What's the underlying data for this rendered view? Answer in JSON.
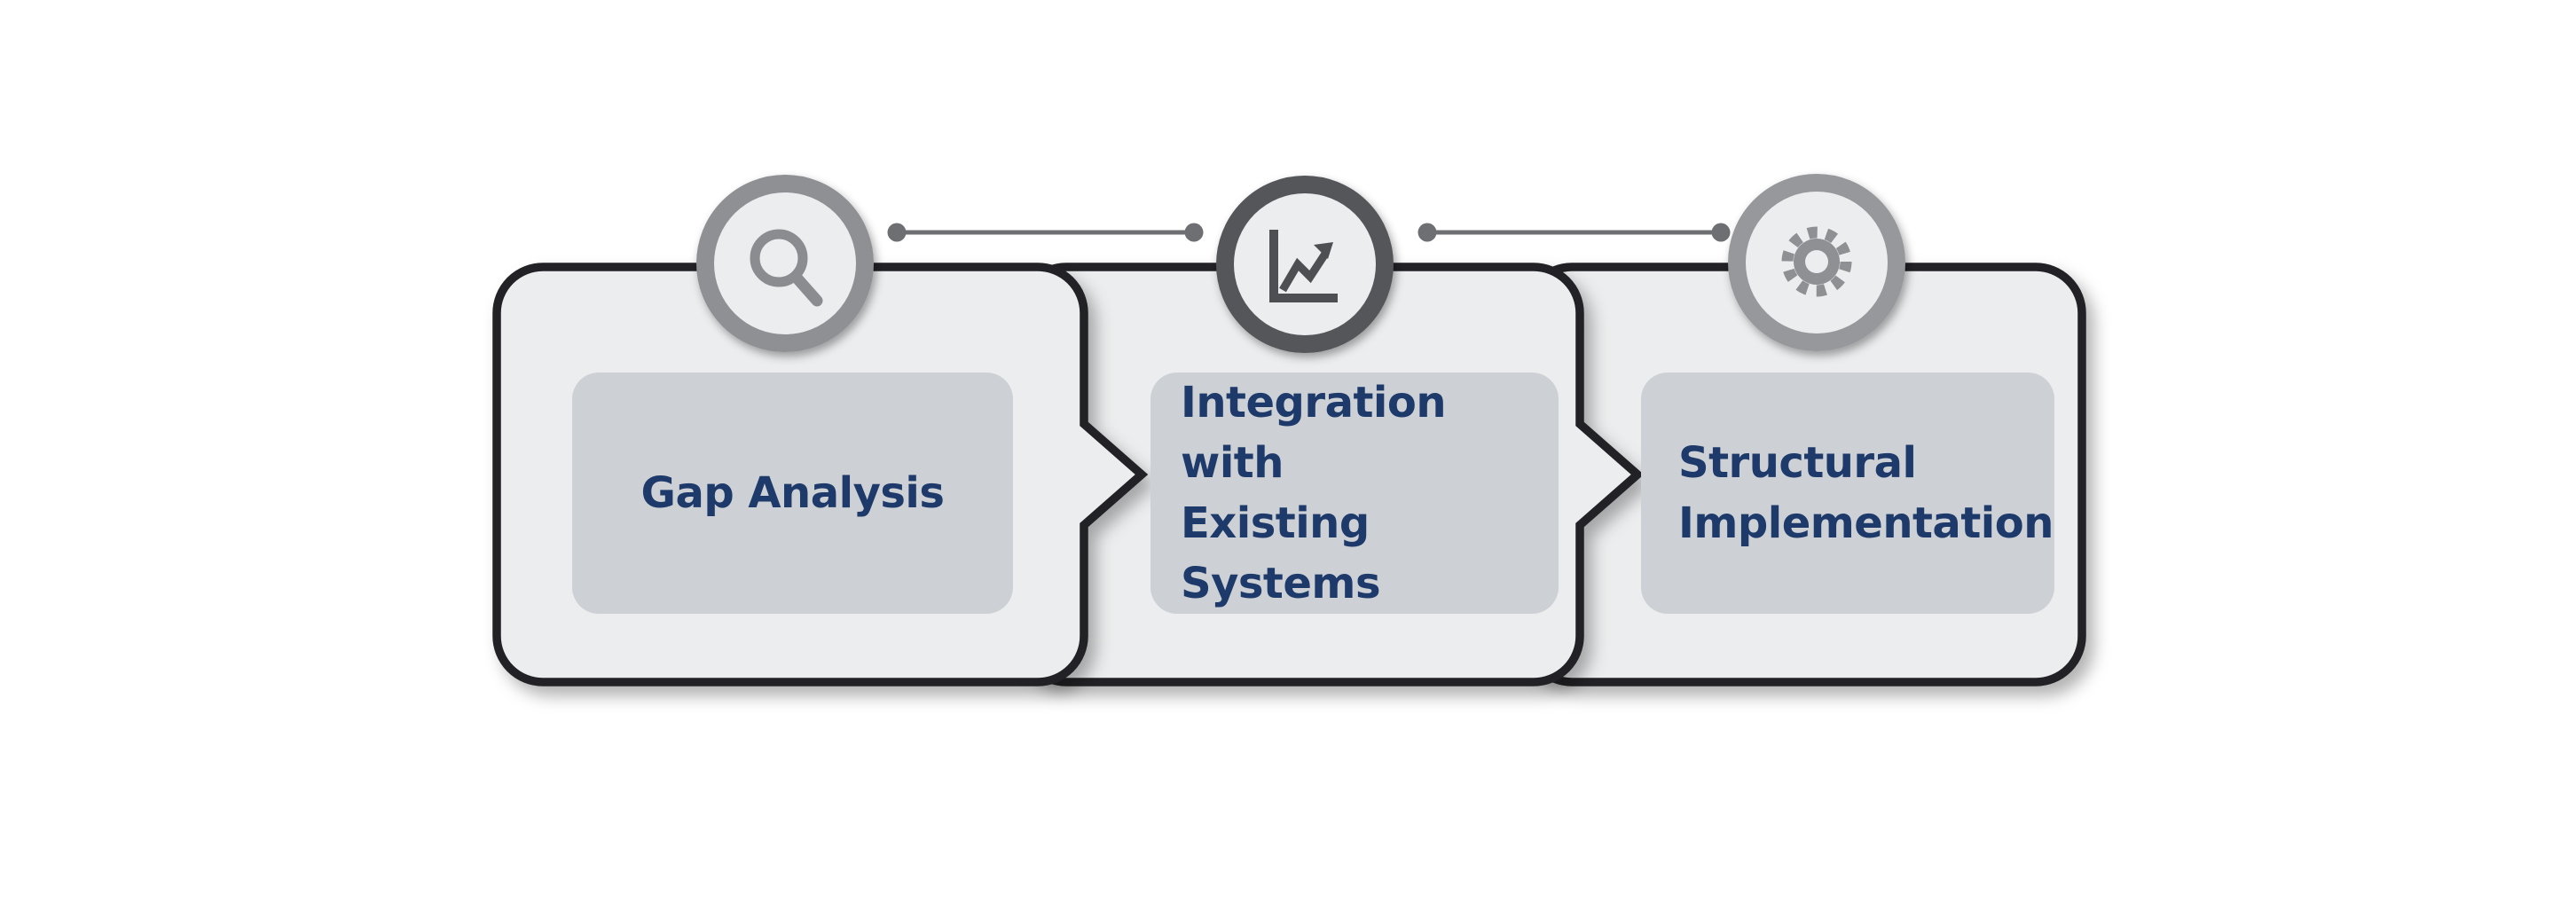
{
  "diagram": {
    "name": "process-flow",
    "background_color": "#ffffff",
    "colors": {
      "card_fill": "#ebedee",
      "card_border": "#202226",
      "inner_box_fill": "#cdd0d4",
      "label_text": "#1d3a6b",
      "connector": "#6e6f73",
      "circle_fill": "#ecedef"
    },
    "steps": [
      {
        "label": "Gap Analysis",
        "lines": [
          "Gap Analysis"
        ],
        "icon": "search-icon",
        "icon_ring_color": "#8f9094",
        "icon_color": "#8b8c90"
      },
      {
        "label": "Integration with Existing Systems",
        "lines": [
          "Integration with",
          "Existing Systems"
        ],
        "icon": "line-chart-icon",
        "icon_ring_color": "#55565a",
        "icon_color": "#4e4f53"
      },
      {
        "label": "Structural Implementation",
        "lines": [
          "Structural",
          "Implementation"
        ],
        "icon": "gear-icon",
        "icon_ring_color": "#97989c",
        "icon_color": "#8f9094"
      }
    ],
    "connectors": [
      {
        "from": "step-1",
        "to": "step-2"
      },
      {
        "from": "step-2",
        "to": "step-3"
      }
    ]
  }
}
